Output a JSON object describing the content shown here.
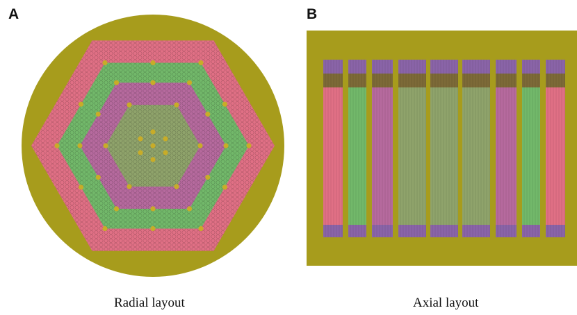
{
  "panels": [
    {
      "letter": "A",
      "caption": "Radial layout"
    },
    {
      "letter": "B",
      "caption": "Axial layout"
    }
  ],
  "colors": {
    "reflector": "#a79c1c",
    "outer_zone": "#e07085",
    "middle_zone": "#72b86a",
    "inner_zone": "#b66a9e",
    "core_center": "#8fa36b",
    "control_rod": "#c8ac28",
    "end_plug": "#8a64a8",
    "plenum": "#7d6a38"
  },
  "axial_columns": [
    "outer_zone",
    "middle_zone",
    "inner_zone",
    "core_center",
    "core_center",
    "core_center",
    "inner_zone",
    "middle_zone",
    "outer_zone"
  ]
}
